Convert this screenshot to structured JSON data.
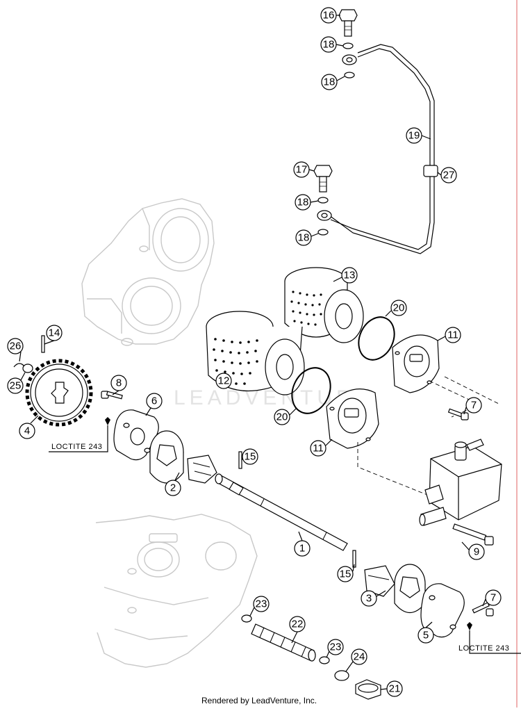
{
  "diagram": {
    "callouts": [
      {
        "id": "c16",
        "number": "16"
      },
      {
        "id": "c18a",
        "number": "18"
      },
      {
        "id": "c18b",
        "number": "18"
      },
      {
        "id": "c19",
        "number": "19"
      },
      {
        "id": "c27",
        "number": "27"
      },
      {
        "id": "c17",
        "number": "17"
      },
      {
        "id": "c18c",
        "number": "18"
      },
      {
        "id": "c18d",
        "number": "18"
      },
      {
        "id": "c13",
        "number": "13"
      },
      {
        "id": "c20a",
        "number": "20"
      },
      {
        "id": "c11a",
        "number": "11"
      },
      {
        "id": "c14",
        "number": "14"
      },
      {
        "id": "c26",
        "number": "26"
      },
      {
        "id": "c25",
        "number": "25"
      },
      {
        "id": "c12",
        "number": "12"
      },
      {
        "id": "c8",
        "number": "8"
      },
      {
        "id": "c6",
        "number": "6"
      },
      {
        "id": "c7a",
        "number": "7"
      },
      {
        "id": "c20b",
        "number": "20"
      },
      {
        "id": "c4",
        "number": "4"
      },
      {
        "id": "c11b",
        "number": "11"
      },
      {
        "id": "c15a",
        "number": "15"
      },
      {
        "id": "c2",
        "number": "2"
      },
      {
        "id": "c1",
        "number": "1"
      },
      {
        "id": "c9",
        "number": "9"
      },
      {
        "id": "c15b",
        "number": "15"
      },
      {
        "id": "c3",
        "number": "3"
      },
      {
        "id": "c7b",
        "number": "7"
      },
      {
        "id": "c23a",
        "number": "23"
      },
      {
        "id": "c22",
        "number": "22"
      },
      {
        "id": "c5",
        "number": "5"
      },
      {
        "id": "c23b",
        "number": "23"
      },
      {
        "id": "c24",
        "number": "24"
      },
      {
        "id": "c21",
        "number": "21"
      }
    ],
    "loctite_label_left": "LOCTITE 243",
    "loctite_label_right": "LOCTITE 243",
    "watermark": "LEADVENTURE",
    "footer": "Rendered by LeadVenture, Inc."
  }
}
